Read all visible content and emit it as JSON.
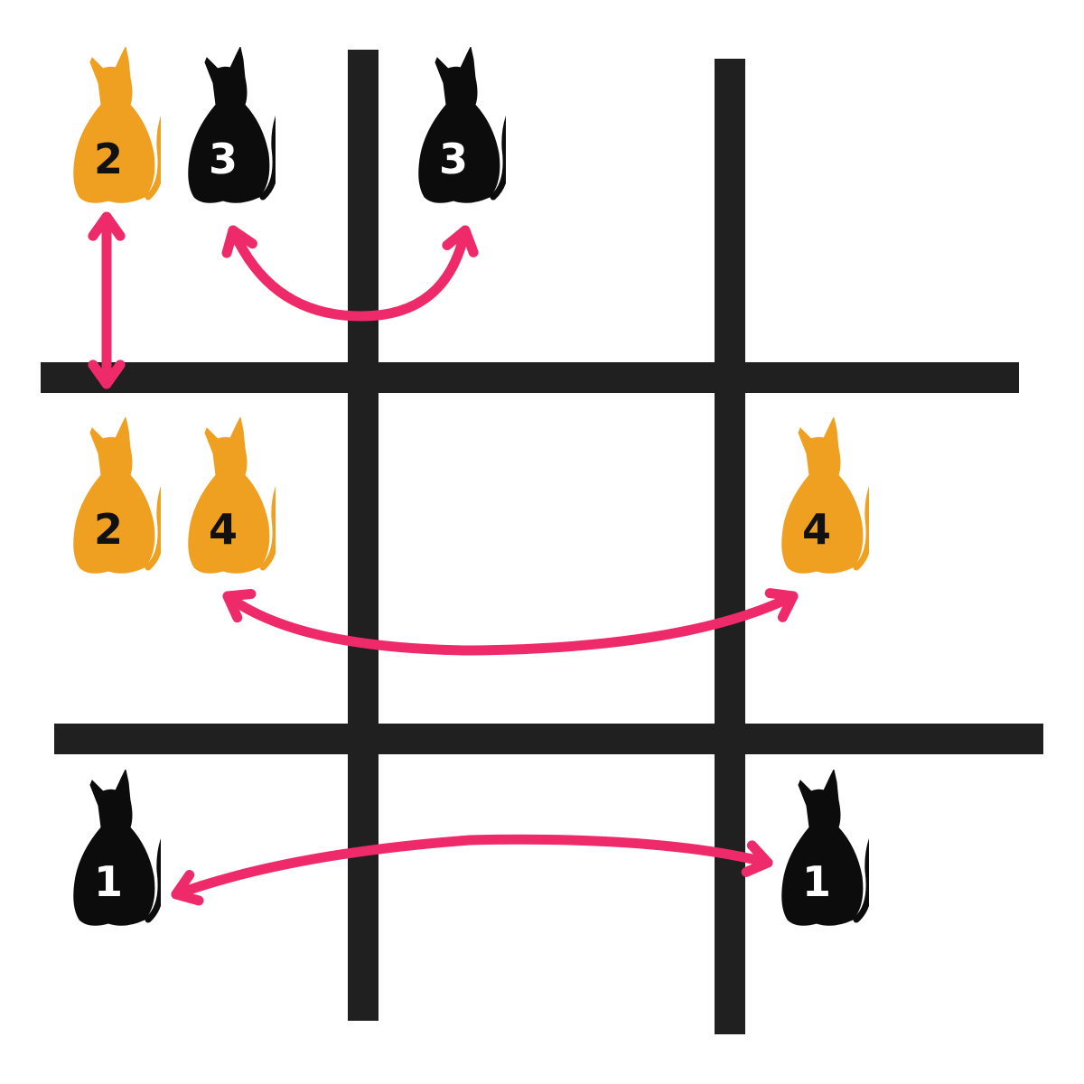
{
  "colors": {
    "grid": "#202020",
    "orange_cat": "#f0a020",
    "black_cat": "#0c0c0c",
    "arrow": "#ee2a6a",
    "number_on_orange": "#111111",
    "number_on_black": "#ffffff",
    "background": "#ffffff"
  },
  "cats": [
    {
      "id": "cat-2-top",
      "number": "2",
      "color": "orange",
      "icon": "cat-silhouette"
    },
    {
      "id": "cat-3-top-left",
      "number": "3",
      "color": "black",
      "icon": "cat-silhouette"
    },
    {
      "id": "cat-3-top-right",
      "number": "3",
      "color": "black",
      "icon": "cat-silhouette"
    },
    {
      "id": "cat-2-middle",
      "number": "2",
      "color": "orange",
      "icon": "cat-silhouette"
    },
    {
      "id": "cat-4-middle-left",
      "number": "4",
      "color": "orange",
      "icon": "cat-silhouette"
    },
    {
      "id": "cat-4-middle-right",
      "number": "4",
      "color": "orange",
      "icon": "cat-silhouette"
    },
    {
      "id": "cat-1-bottom-left",
      "number": "1",
      "color": "black",
      "icon": "cat-silhouette"
    },
    {
      "id": "cat-1-bottom-right",
      "number": "1",
      "color": "black",
      "icon": "cat-silhouette"
    }
  ],
  "links": [
    {
      "from": "cat-2-top",
      "to": "cat-2-middle",
      "icon": "double-arrow"
    },
    {
      "from": "cat-3-top-left",
      "to": "cat-3-top-right",
      "icon": "double-arrow"
    },
    {
      "from": "cat-4-middle-left",
      "to": "cat-4-middle-right",
      "icon": "double-arrow"
    },
    {
      "from": "cat-1-bottom-left",
      "to": "cat-1-bottom-right",
      "icon": "double-arrow"
    }
  ]
}
